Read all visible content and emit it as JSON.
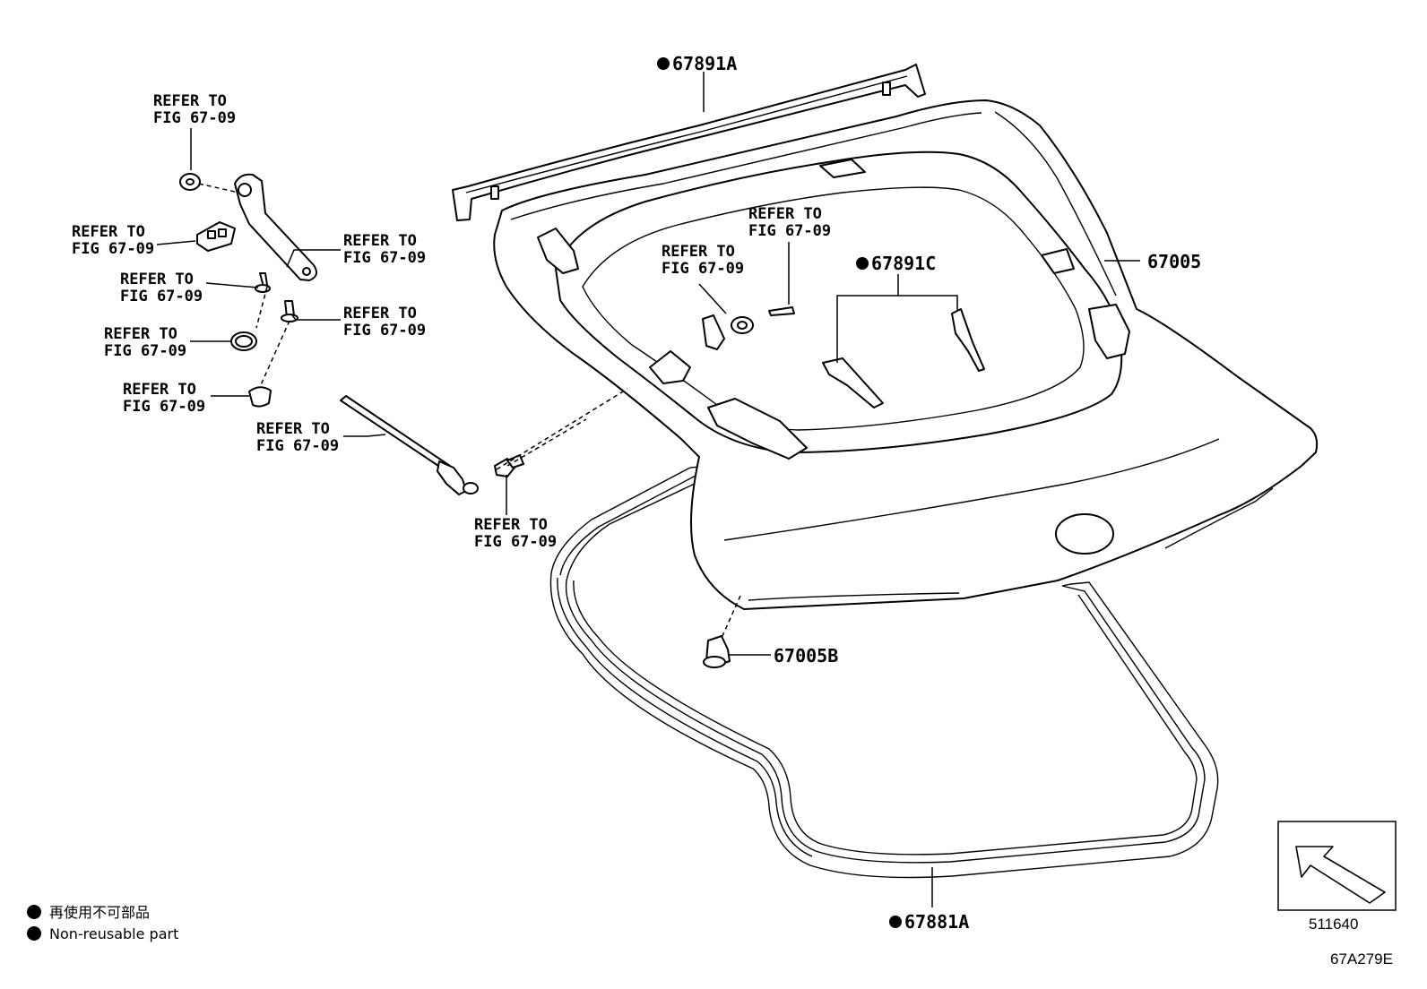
{
  "refer_label_line1": "REFER TO",
  "refer_label_line2": "FIG 67-09",
  "parts": {
    "weatherstrip_upper": "67891A",
    "back_door_panel": "67005",
    "seal_inner": "67891C",
    "cushion": "67005B",
    "weatherstrip_lower": "67881A"
  },
  "legend": {
    "jp": "再使用不可部品",
    "en": "Non-reusable part"
  },
  "view_box_code": "511640",
  "figure_code": "67A279E"
}
